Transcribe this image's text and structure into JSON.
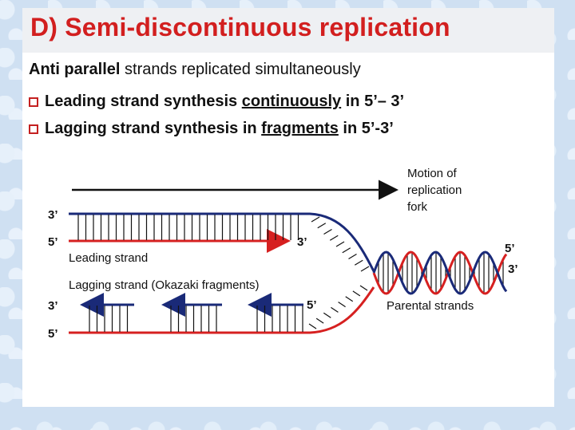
{
  "title": "D) Semi-discontinuous replication",
  "subtitle": {
    "bold": "Anti parallel",
    "rest": "strands replicated simultaneously"
  },
  "bullets": [
    {
      "before": "Leading strand synthesis ",
      "emphasis": "continuously",
      "after": " in 5’– 3’"
    },
    {
      "before": "Lagging strand synthesis in ",
      "emphasis": "fragments",
      "after": " in 5’-3’"
    }
  ],
  "diagram": {
    "motion_label_line1": "Motion of",
    "motion_label_line2": "replication",
    "motion_label_line3": "fork",
    "leading_strand_label": "Leading strand",
    "lagging_strand_label": "Lagging strand (Okazaki fragments)",
    "parental_strands_label": "Parental strands",
    "top_left_3": "3’",
    "top_left_5": "5’",
    "leading_end_3": "3’",
    "bottom_left_3": "3’",
    "bottom_left_5": "5’",
    "lagging_5": "5’",
    "right_5": "5’",
    "right_3": "3’",
    "colors": {
      "red_strand": "#d62020",
      "blue_strand": "#1a2a78"
    }
  }
}
